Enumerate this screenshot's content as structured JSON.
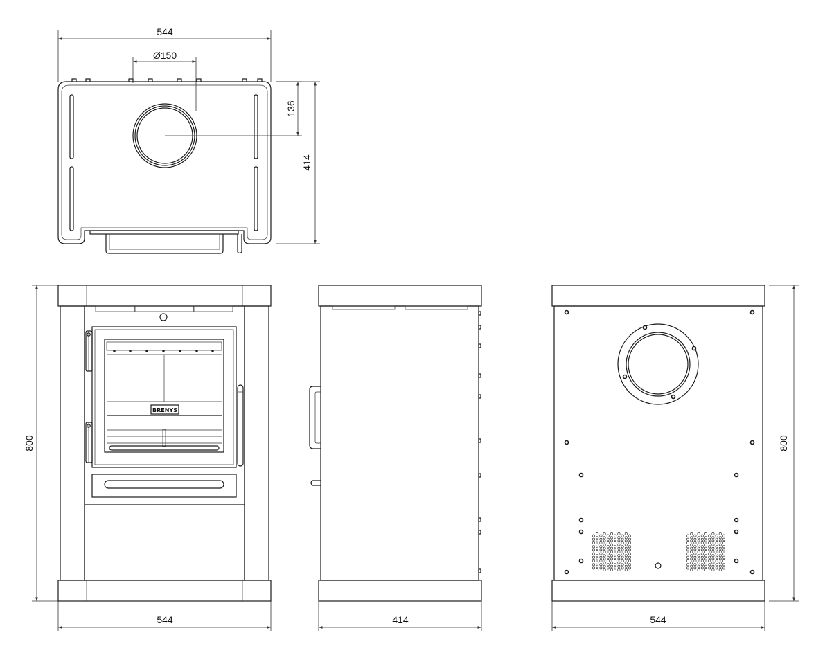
{
  "dimensions": {
    "top_width": "544",
    "top_flue_diameter": "Ø150",
    "top_flue_offset": "136",
    "top_depth": "414",
    "front_height": "800",
    "front_width": "544",
    "side_depth": "414",
    "back_height": "800",
    "back_width": "544"
  },
  "brand_plate": "BRENYS"
}
